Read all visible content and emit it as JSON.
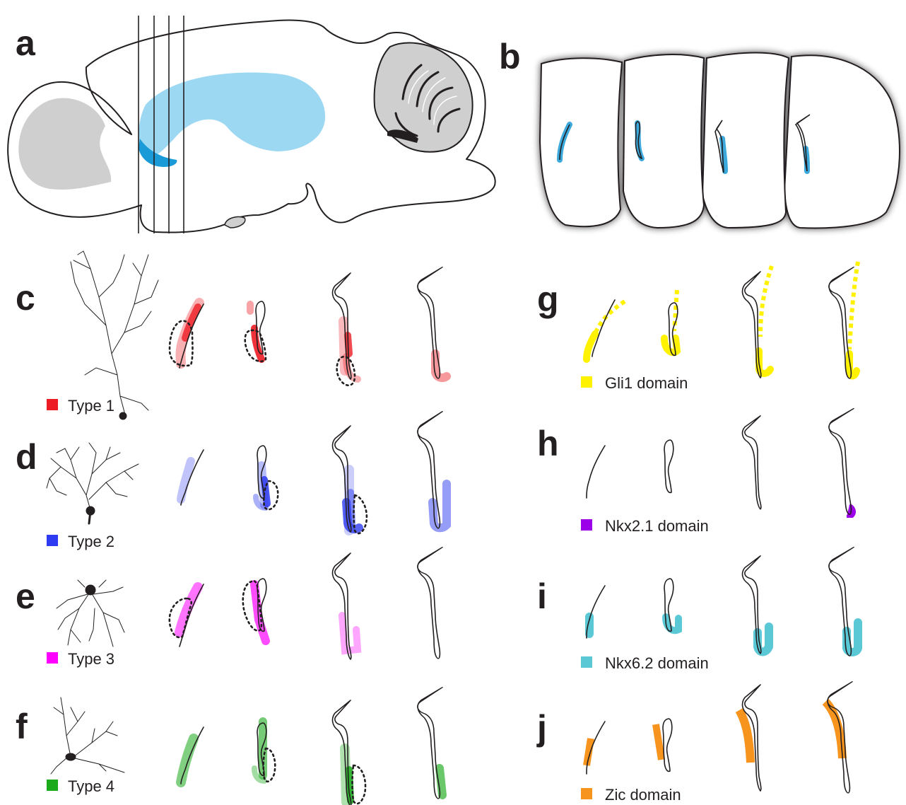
{
  "panels": {
    "a": "a",
    "b": "b",
    "c": "c",
    "d": "d",
    "e": "e",
    "f": "f",
    "g": "g",
    "h": "h",
    "i": "i",
    "j": "j"
  },
  "cell_types": [
    {
      "label": "Type 1",
      "color": "#ed1c24"
    },
    {
      "label": "Type 2",
      "color": "#2e3bf0"
    },
    {
      "label": "Type 3",
      "color": "#ff00ff"
    },
    {
      "label": "Type 4",
      "color": "#1aaa1a"
    }
  ],
  "domains": [
    {
      "label": "Gli1 domain",
      "color": "#fff200"
    },
    {
      "label": "Nkx2.1 domain",
      "color": "#9b00e8"
    },
    {
      "label": "Nkx6.2 domain",
      "color": "#5bc8d5"
    },
    {
      "label": "Zic domain",
      "color": "#f7941d"
    }
  ],
  "colors": {
    "striatum_blue": "#9dd8f3",
    "septum_blue": "#1a9ad7",
    "gray_region": "#cfcfcf",
    "outline": "#231f20"
  }
}
